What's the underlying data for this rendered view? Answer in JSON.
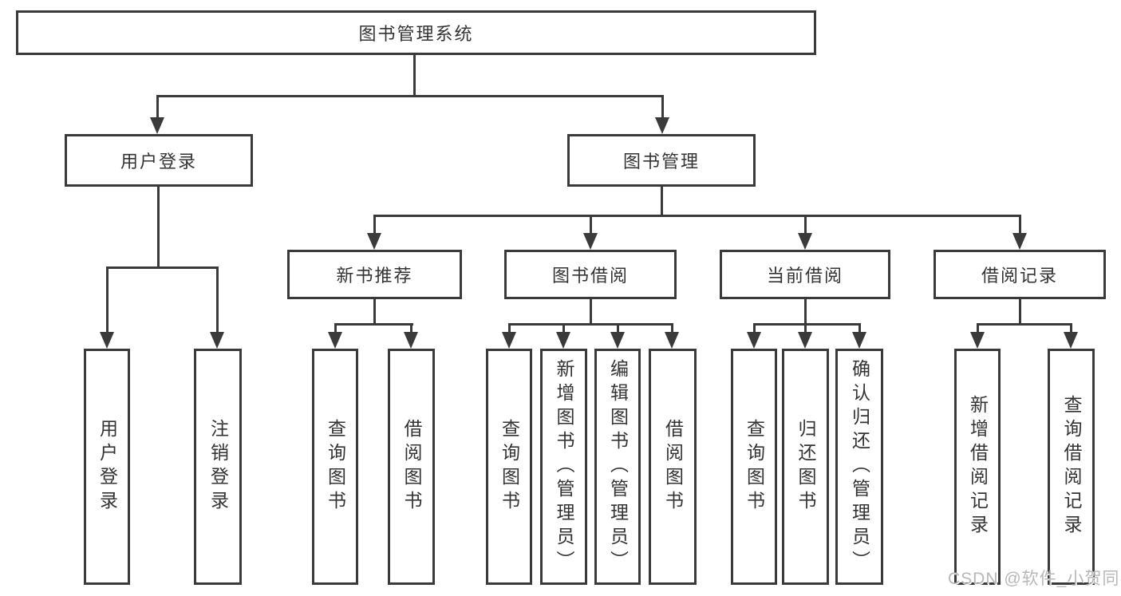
{
  "colors": {
    "line": "#3a3a3a",
    "text": "#333333",
    "watermark": "#b7b7b7",
    "bg": "#ffffff"
  },
  "watermark": "CSDN @软件_小贺同学",
  "tree": {
    "root": {
      "label": "图书管理系统"
    },
    "branches": [
      {
        "label": "用户登录",
        "children": [
          "用户登录",
          "注销登录"
        ]
      },
      {
        "label": "图书管理",
        "groups": [
          {
            "label": "新书推荐",
            "children": [
              "查询图书",
              "借阅图书"
            ]
          },
          {
            "label": "图书借阅",
            "children": [
              "查询图书",
              "新增图书（管理员）",
              "编辑图书（管理员）",
              "借阅图书"
            ]
          },
          {
            "label": "当前借阅",
            "children": [
              "查询图书",
              "归还图书",
              "确认归还（管理员）"
            ]
          },
          {
            "label": "借阅记录",
            "children": [
              "新增借阅记录",
              "查询借阅记录"
            ]
          }
        ]
      }
    ]
  }
}
